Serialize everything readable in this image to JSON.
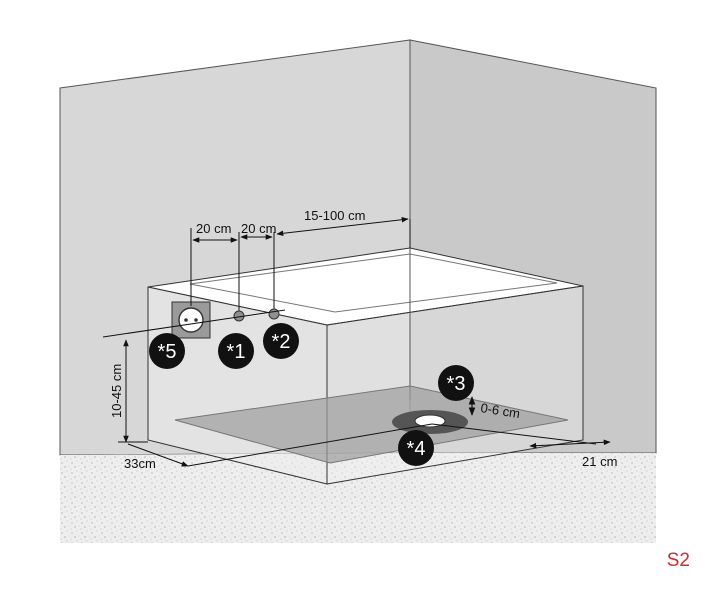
{
  "dimensions": {
    "d_20a": "20 cm",
    "d_20b": "20 cm",
    "d_15_100": "15-100 cm",
    "d_10_45": "10-45 cm",
    "d_33": "33cm",
    "d_0_6": "0-6 cm",
    "d_21": "21 cm"
  },
  "badges": {
    "b1": "*1",
    "b2": "*2",
    "b3": "*3",
    "b4": "*4",
    "b5": "*5"
  },
  "code": "S2",
  "colors": {
    "wall_back": "#d7d7d7",
    "wall_right": "#c9c9c9",
    "floor": "#eeeeee",
    "badge": "#111111",
    "code": "#d22b2b"
  }
}
